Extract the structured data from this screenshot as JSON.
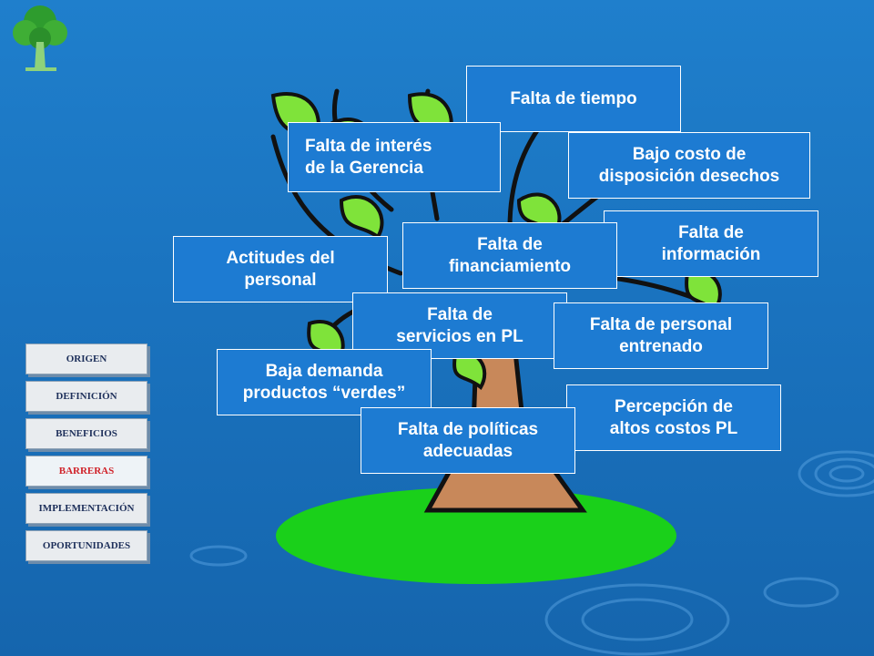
{
  "colors": {
    "background": "#1a73bf",
    "box_fill": "#1d7bd2",
    "leaf": "#7fe33a",
    "trunk": "#c8885a",
    "island": "#1ad01a",
    "nav_active_text": "#d0232a"
  },
  "logo": {
    "icon": "tree-icon"
  },
  "diagram": {
    "boxes": [
      {
        "id": "falta-de-tiempo",
        "label": "Falta de tiempo"
      },
      {
        "id": "falta-de-interes",
        "label": "Falta de interés\nde la Gerencia"
      },
      {
        "id": "bajo-costo",
        "label": "Bajo costo de\ndisposición desechos"
      },
      {
        "id": "falta-de-informacion",
        "label": "Falta de\ninformación"
      },
      {
        "id": "falta-de-financiamiento",
        "label": "Falta de\nfinanciamiento"
      },
      {
        "id": "actitudes-del-personal",
        "label": "Actitudes del\npersonal"
      },
      {
        "id": "falta-de-servicios",
        "label": "Falta de\nservicios en PL"
      },
      {
        "id": "falta-de-personal",
        "label": "Falta de personal\nentrenado"
      },
      {
        "id": "baja-demanda",
        "label": "Baja demanda\nproductos “verdes”"
      },
      {
        "id": "percepcion-costos",
        "label": "Percepción de\naltos costos PL"
      },
      {
        "id": "falta-de-politicas",
        "label": "Falta de políticas\nadecuadas"
      }
    ]
  },
  "nav": {
    "items": [
      {
        "label": "ORIGEN",
        "active": false
      },
      {
        "label": "DEFINICIÓN",
        "active": false
      },
      {
        "label": "BENEFICIOS",
        "active": false
      },
      {
        "label": "BARRERAS",
        "active": true
      },
      {
        "label": "IMPLEMENTACIÓN",
        "active": false
      },
      {
        "label": "OPORTUNIDADES",
        "active": false
      }
    ]
  }
}
